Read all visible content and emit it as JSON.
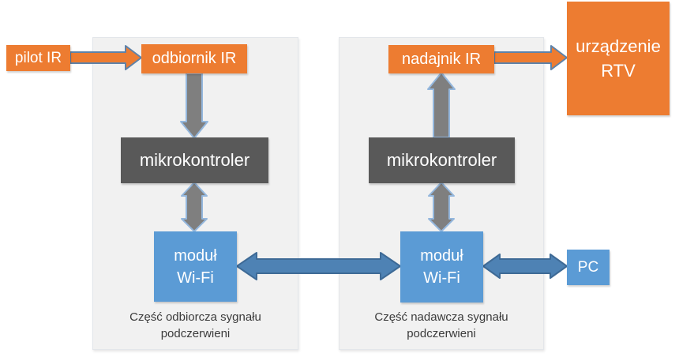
{
  "panels": {
    "receiver": {
      "caption_line1": "Część odbiorcza sygnału",
      "caption_line2": "podczerwieni"
    },
    "transmitter": {
      "caption_line1": "Część nadawcza sygnału",
      "caption_line2": "podczerwieni"
    }
  },
  "nodes": {
    "pilot_ir": {
      "label": "pilot IR"
    },
    "odbiornik_ir": {
      "label": "odbiornik IR"
    },
    "mikrokontroler_rx": {
      "label": "mikrokontroler"
    },
    "modul_wifi_rx": {
      "line1": "moduł",
      "line2": "Wi-Fi"
    },
    "nadajnik_ir": {
      "label": "nadajnik IR"
    },
    "urzadzenie_rtv": {
      "line1": "urządzenie",
      "line2": "RTV"
    },
    "mikrokontroler_tx": {
      "label": "mikrokontroler"
    },
    "modul_wifi_tx": {
      "line1": "moduł",
      "line2": "Wi-Fi"
    },
    "pc": {
      "label": "PC"
    }
  },
  "colors": {
    "orange_box": "#ED7C31",
    "dark_gray_box": "#595959",
    "blue_box": "#5B9BD5",
    "panel_bg": "#F1F1F1",
    "caption_text": "#3B3B3B",
    "box_text": "#FFFFFF",
    "arrow_orange_fill": "#ED7C31",
    "arrow_orange_stroke": "#5E82A8",
    "arrow_gray_fill": "#7F7F7F",
    "arrow_gray_stroke": "#94B7DD",
    "arrow_blue_fill": "#4E82B4",
    "arrow_blue_stroke": "#3E6A96"
  }
}
